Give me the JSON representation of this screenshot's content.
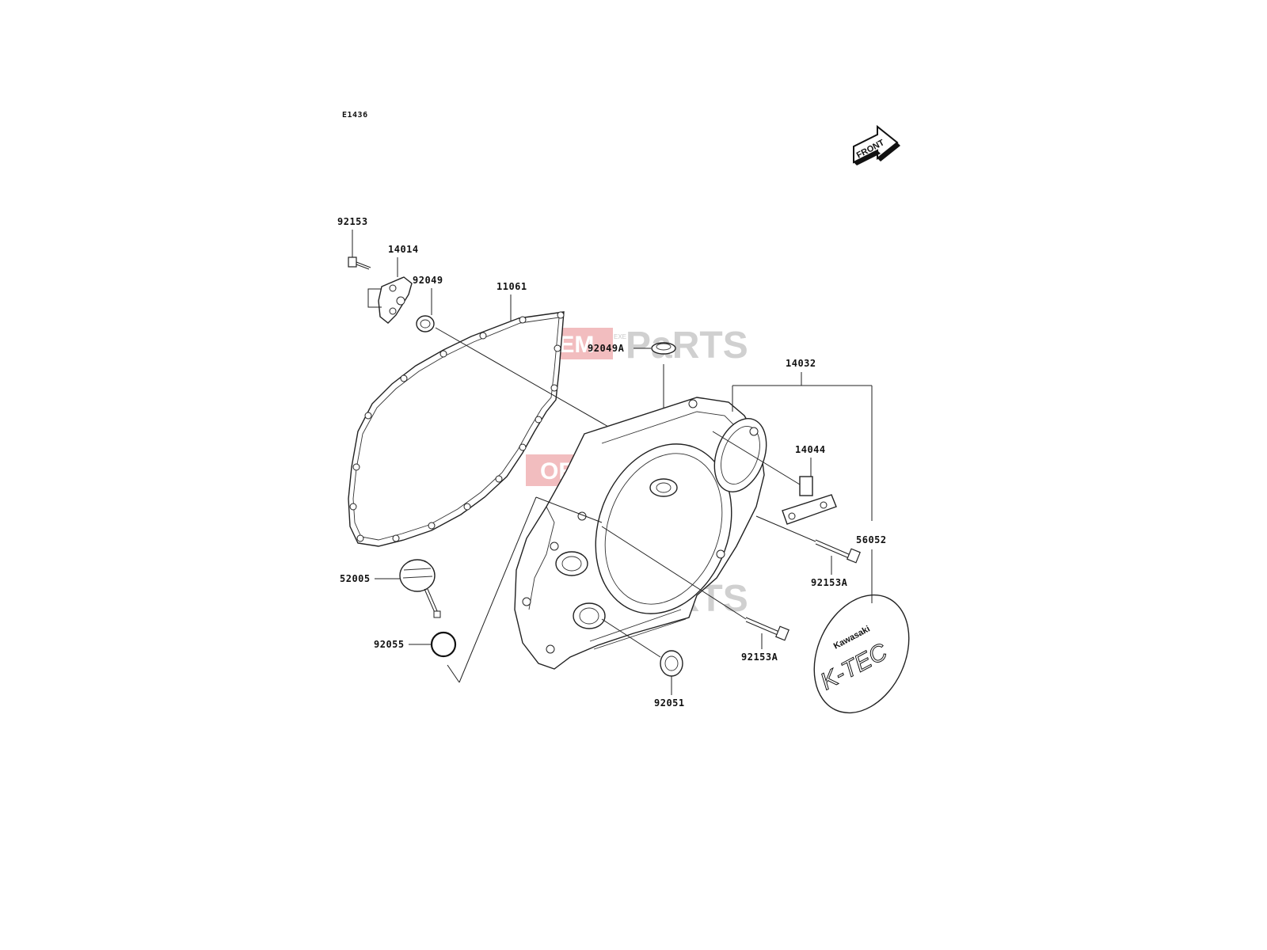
{
  "diagram": {
    "code": "E1436",
    "direction_tag": "FRONT"
  },
  "labels": {
    "p92153": "92153",
    "p14014": "14014",
    "p92049": "92049",
    "p11061": "11061",
    "p92049A": "92049A",
    "p14032": "14032",
    "p14044": "14044",
    "p56052": "56052",
    "p92153A_1": "92153A",
    "p92153A_2": "92153A",
    "p52005": "52005",
    "p92055": "92055",
    "p92051": "92051"
  },
  "emblem": {
    "brand": "Kawasaki",
    "model": "K-TEC"
  },
  "watermark": {
    "left": "OEM",
    "middle": "EXE",
    "right": "PaRTS"
  }
}
